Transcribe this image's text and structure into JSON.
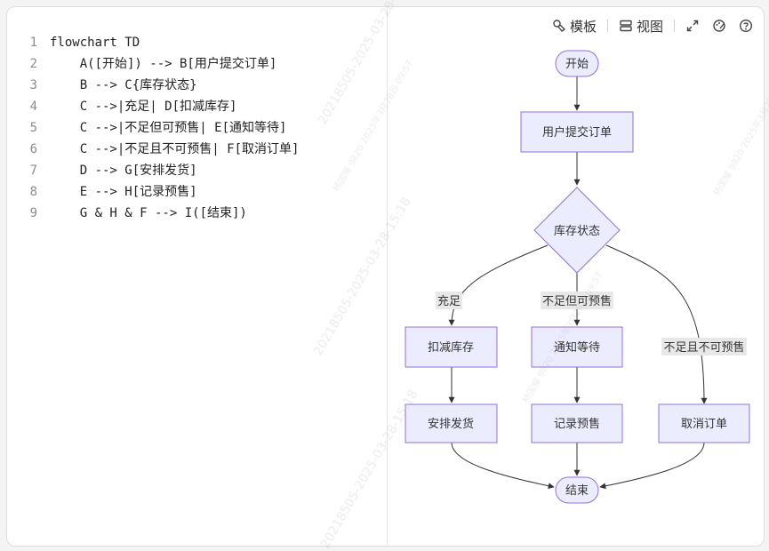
{
  "editor": {
    "lines": [
      {
        "no": "1",
        "text": "flowchart TD"
      },
      {
        "no": "2",
        "text": "    A([开始]) --> B[用户提交订单]"
      },
      {
        "no": "3",
        "text": "    B --> C{库存状态}"
      },
      {
        "no": "4",
        "text": "    C -->|充足| D[扣减库存]"
      },
      {
        "no": "5",
        "text": "    C -->|不足但可预售| E[通知等待]"
      },
      {
        "no": "6",
        "text": "    C -->|不足且不可预售| F[取消订单]"
      },
      {
        "no": "7",
        "text": "    D --> G[安排发货]"
      },
      {
        "no": "8",
        "text": "    E --> H[记录预售]"
      },
      {
        "no": "9",
        "text": "    G & H & F --> I([结束])"
      }
    ]
  },
  "toolbar": {
    "template_label": "模板",
    "view_label": "视图",
    "icons": [
      "template-icon",
      "view-icon",
      "expand-icon",
      "theme-icon",
      "help-icon"
    ]
  },
  "flowchart": {
    "nodes": {
      "start": "开始",
      "submit": "用户提交订单",
      "decision": "库存状态",
      "deduct": "扣减库存",
      "notify": "通知等待",
      "ship": "安排发货",
      "record": "记录预售",
      "cancel": "取消订单",
      "end": "结束"
    },
    "edge_labels": {
      "sufficient": "充足",
      "presale": "不足但可预售",
      "no_presale": "不足且不可预售"
    },
    "colors": {
      "node_fill": "#ececff",
      "node_stroke": "#9370db",
      "edge": "#333333"
    }
  },
  "watermarks": [
    "20218505-2025-03-28-15:18",
    "杨国耀 9820 2025年3月28日 09:57",
    "20218505-2025-03-28-15:18",
    "杨国耀 9820 2025年3月28日 09:57",
    "20218505-2025-03-28-15:18",
    "杨国耀 9820 2025年3月28日 09:57"
  ]
}
